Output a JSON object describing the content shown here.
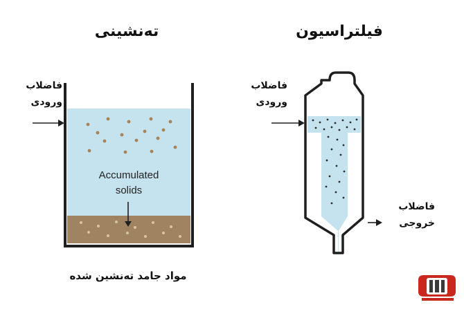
{
  "sedimentation": {
    "title": "ته‌نشینی",
    "inlet_line1": "فاضلاب",
    "inlet_line2": "ورودی",
    "inner_line1": "Accumulated",
    "inner_line2": "solids",
    "caption": "مواد جامد ته‌نشین شده"
  },
  "filtration": {
    "title": "فیلتراسیون",
    "inlet_line1": "فاضلاب",
    "inlet_line2": "ورودی",
    "outlet_line1": "فاضلاب",
    "outlet_line2": "خروجی"
  },
  "colors": {
    "water": "#c5e3ee",
    "sludge": "#a08462",
    "outline": "#1f1f1f",
    "logo_red": "#c8281e"
  },
  "icons": [
    "inlet-arrow-icon",
    "outlet-arrow-icon",
    "settling-arrow-icon",
    "logo-icon"
  ]
}
